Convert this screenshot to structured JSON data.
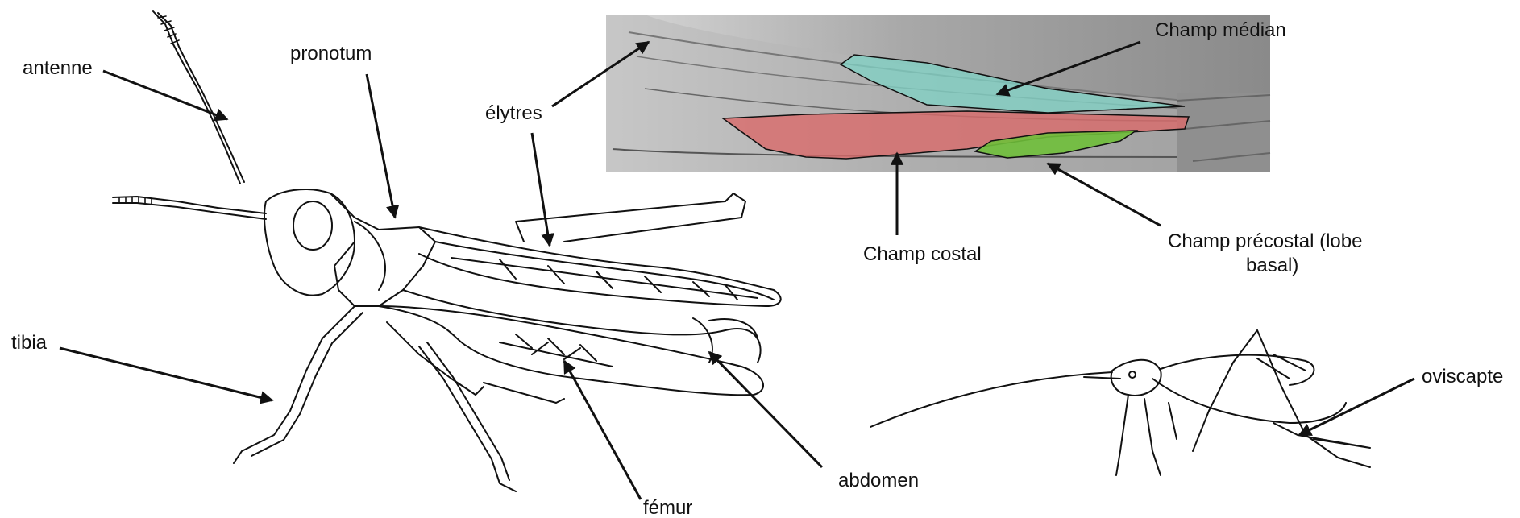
{
  "labels": {
    "antenne": "antenne",
    "pronotum": "pronotum",
    "elytres": "élytres",
    "tibia": "tibia",
    "femur": "fémur",
    "abdomen": "abdomen",
    "champ_median": "Champ médian",
    "champ_costal": "Champ costal",
    "champ_precostal_line1": "Champ précostal (lobe",
    "champ_precostal_line2": "basal)",
    "oviscapte": "oviscapte"
  },
  "colors": {
    "line": "#111111",
    "median_field": "#7fd3c6",
    "costal_field": "#d96a6a",
    "precostal_field": "#6fbf3a",
    "wing_photo_base": "#9a9a9a"
  },
  "icons": [
    "grasshopper-drawing",
    "wing-photo",
    "katydid-drawing"
  ]
}
